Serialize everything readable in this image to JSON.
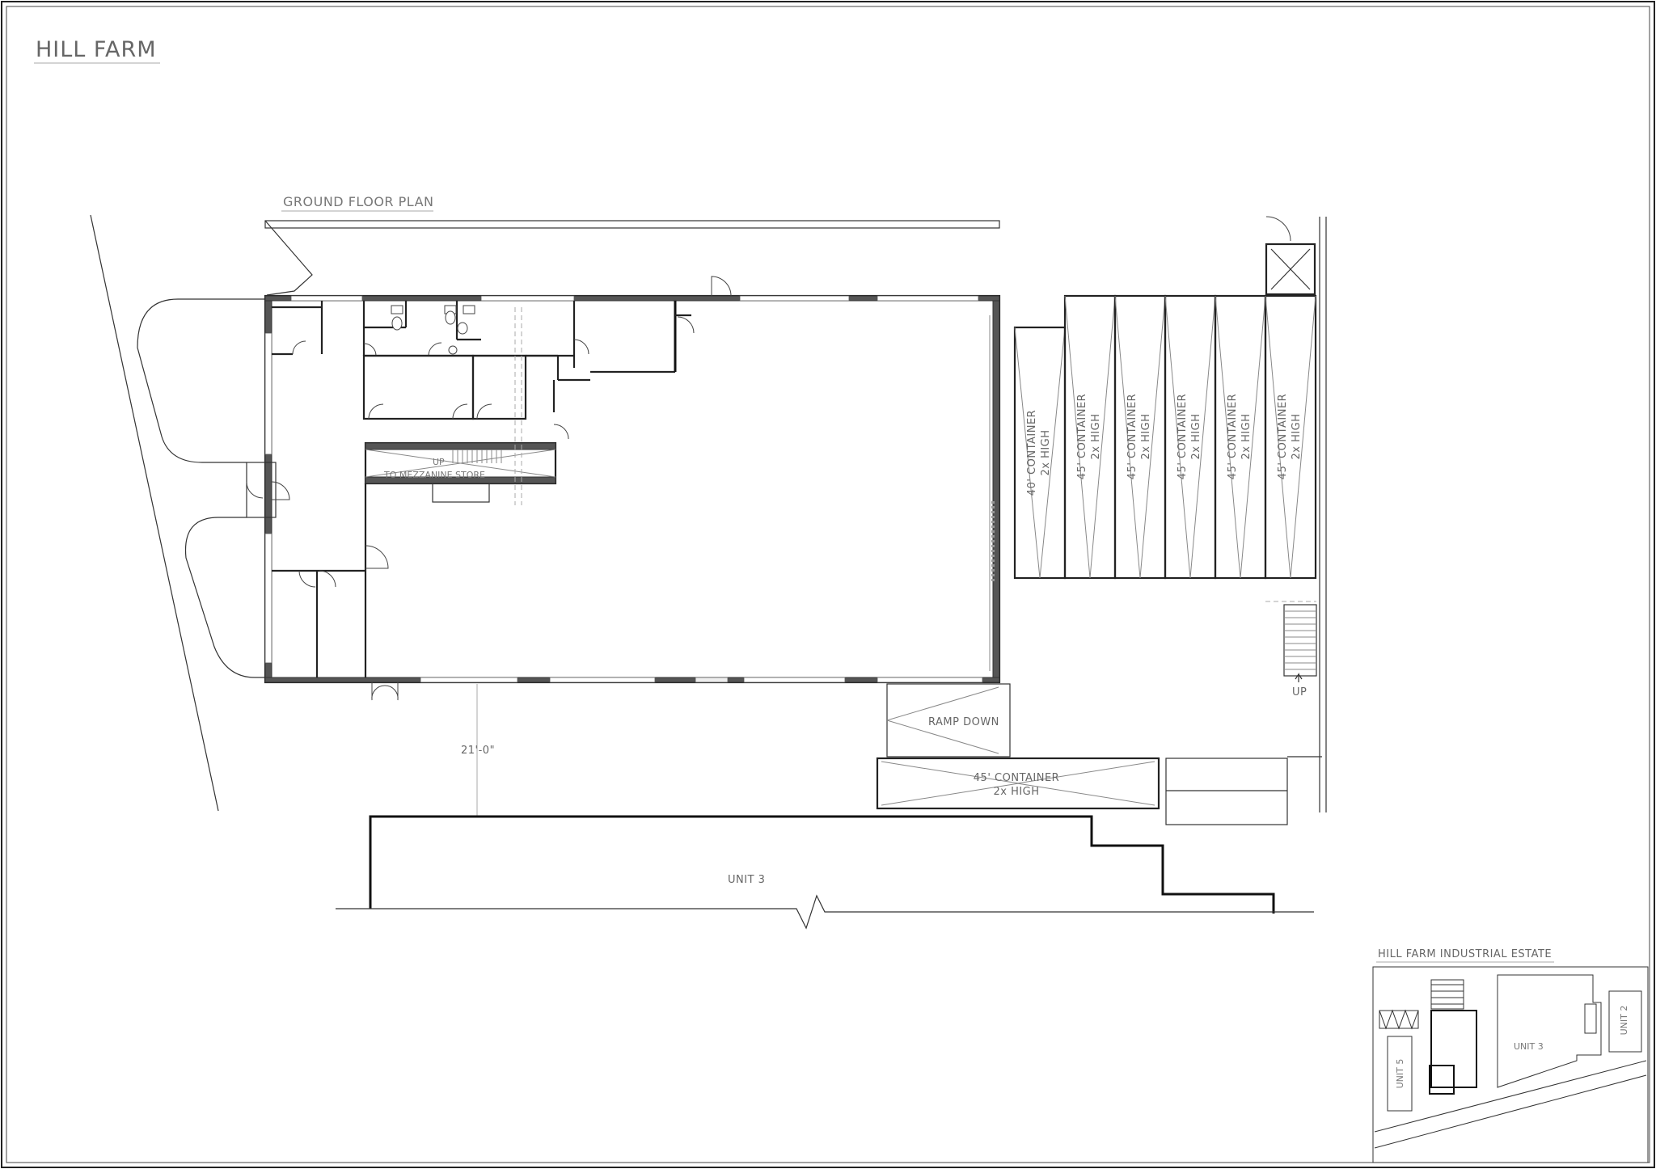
{
  "title": "HILL FARM",
  "plan_title": "GROUND FLOOR PLAN",
  "stair_label_up": "UP",
  "stair_label_mezz": "TO MEZZANINE STORE",
  "container_40": [
    "40' CONTAINER",
    "2x HIGH"
  ],
  "container_45": [
    "45' CONTAINER",
    "2x HIGH"
  ],
  "ramp_label": "RAMP DOWN",
  "bottom_container": [
    "45' CONTAINER",
    "2x HIGH"
  ],
  "stair_up_label": "UP",
  "dimension": "21'-0\"",
  "unit3_label": "UNIT 3",
  "inset_title": "HILL FARM INDUSTRIAL ESTATE",
  "inset_unit5": "UNIT 5",
  "inset_unit3": "UNIT 3",
  "inset_unit2": "UNIT 2"
}
